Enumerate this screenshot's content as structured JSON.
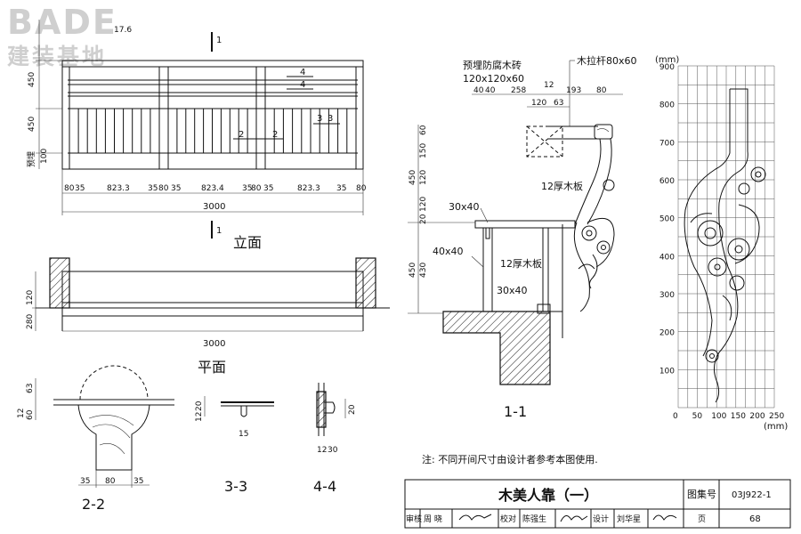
{
  "logo": {
    "brand": "BADE",
    "subtitle": "建装基地"
  },
  "elevation": {
    "title": "立面",
    "section_marks": [
      "1",
      "1"
    ],
    "left_dims": [
      "17.6",
      "450",
      "450",
      "预埋",
      "100"
    ],
    "bottom_dims": [
      "80",
      "35",
      "823.3",
      "35",
      "80",
      "35",
      "823.4",
      "35",
      "80",
      "35",
      "823.3",
      "35",
      "80"
    ],
    "total": "3000",
    "callouts": [
      "4",
      "4",
      "3",
      "3",
      "2",
      "2"
    ]
  },
  "plan": {
    "title": "平面",
    "dims": [
      "280",
      "120"
    ],
    "total": "3000"
  },
  "sec22": {
    "title": "2-2",
    "dims": [
      "63",
      "12",
      "60",
      "35",
      "80",
      "35"
    ]
  },
  "sec33": {
    "title": "3-3",
    "dims": [
      "20",
      "12",
      "15"
    ]
  },
  "sec44": {
    "title": "4-4",
    "dims": [
      "12",
      "30",
      "20"
    ]
  },
  "sec11": {
    "title": "1-1",
    "labels": {
      "brick": "预埋防腐木砖",
      "brick_size": "120x120x60",
      "rail": "木拉杆80x60",
      "board_upper": "12厚木板",
      "board_lower": "12厚木板",
      "seat_rail": "30x40",
      "post": "40x40",
      "bottom_rail": "30x40"
    },
    "top_dims": [
      "40",
      "40",
      "258",
      "12",
      "193",
      "80",
      "120",
      "63"
    ],
    "left_dims": [
      "450",
      "150",
      "60",
      "120",
      "120",
      "20",
      "450",
      "430"
    ]
  },
  "profile_grid": {
    "unit_top": "(mm)",
    "unit_bottom": "(mm)",
    "y_ticks": [
      "900",
      "800",
      "700",
      "600",
      "500",
      "400",
      "300",
      "200",
      "100"
    ],
    "x_ticks": [
      "0",
      "50",
      "100",
      "150",
      "200",
      "250"
    ]
  },
  "note": "注: 不同开间尺寸由设计者参考本图使用.",
  "title_block": {
    "drawing_title": "木美人靠（一）",
    "atlas_label": "图集号",
    "atlas_no": "03J922-1",
    "review_label": "审核",
    "reviewer": "周 晓",
    "check_label": "校对",
    "checker": "陈强生",
    "design_label": "设计",
    "designer": "刘华星",
    "page_label": "页",
    "page_no": "68"
  }
}
